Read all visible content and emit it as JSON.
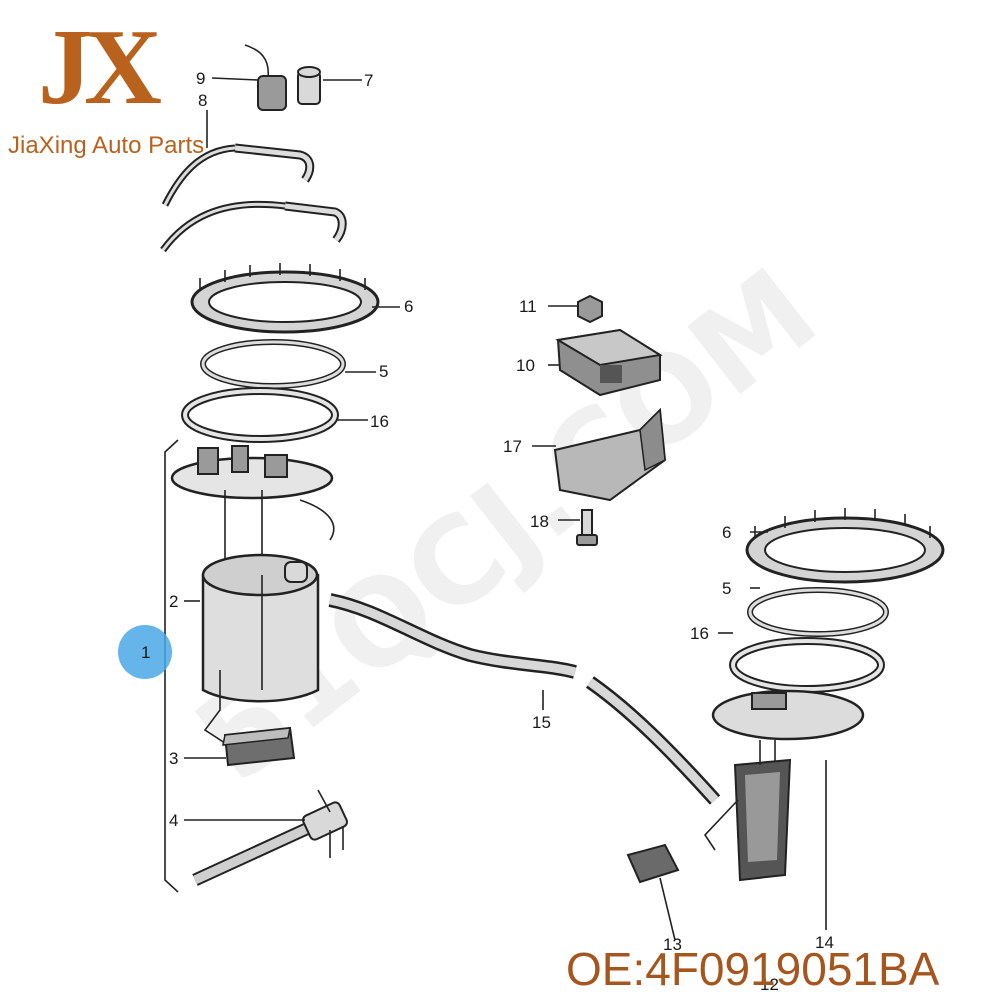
{
  "brand": {
    "logo_letters": "JX",
    "name": "JiaXing Auto Parts",
    "color": "#b8621e"
  },
  "watermark": "51QCJ.COM",
  "oe_code": "OE:4F0919051BA",
  "callouts": {
    "c1": "1",
    "c2": "2",
    "c3": "3",
    "c4": "4",
    "c5a": "5",
    "c5b": "5",
    "c6a": "6",
    "c6b": "6",
    "c7": "7",
    "c8": "8",
    "c9": "9",
    "c10": "10",
    "c11": "11",
    "c12": "12",
    "c13": "13",
    "c14": "14",
    "c15": "15",
    "c16a": "16",
    "c16b": "16",
    "c17": "17",
    "c18": "18"
  },
  "highlight_color": "#4aa8e8"
}
